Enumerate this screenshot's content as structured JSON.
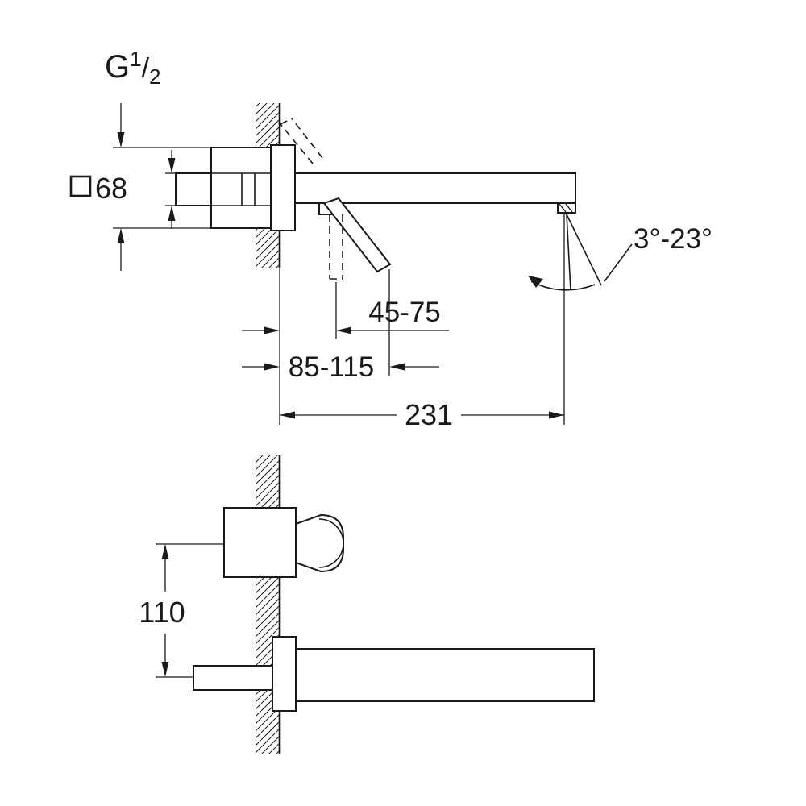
{
  "page": {
    "background": "#ffffff",
    "line_color": "#1a1a1a",
    "type": "installation-dimension-drawing"
  },
  "top_view": {
    "thread_label": {
      "base": "G",
      "numerator": "1",
      "slash": "/",
      "denominator": "2"
    },
    "square_section": {
      "value": "68"
    },
    "handle_projection": "45-75",
    "handle_projection_max": "85-115",
    "spout_reach": "231",
    "spray_angle": "3°-23°"
  },
  "bottom_view": {
    "axis_distance": "110"
  }
}
